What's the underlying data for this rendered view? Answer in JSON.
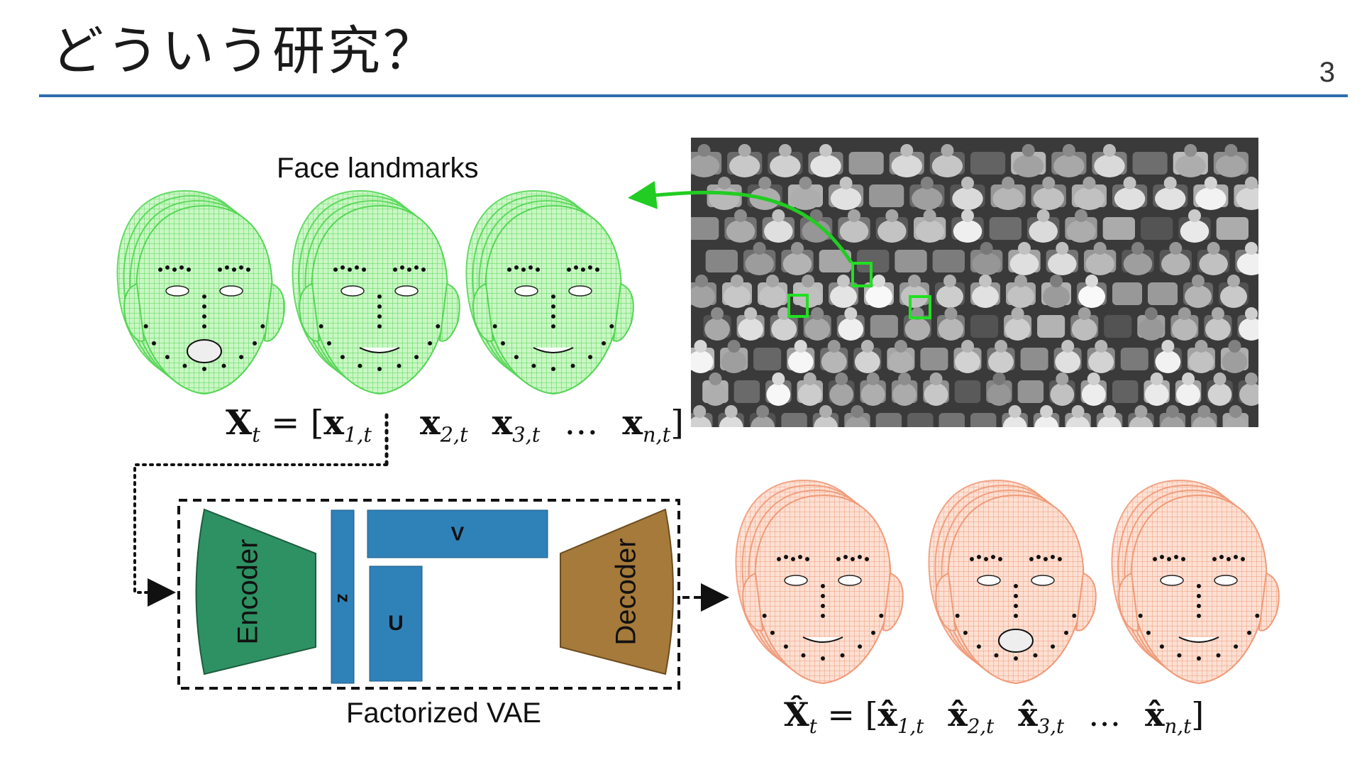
{
  "slide": {
    "title": "どういう研究？",
    "page_number": "3"
  },
  "diagram": {
    "face_landmarks_label": "Face landmarks",
    "vae_label": "Factorized VAE",
    "encoder_label": "Encoder",
    "decoder_label": "Decoder",
    "z_label": "z",
    "v_label": "V",
    "u_label": "U",
    "equation_input": {
      "lhs": "X",
      "lhs_sub": "t",
      "eq": " = [",
      "terms": [
        {
          "base": "x",
          "sub": "1,t"
        },
        {
          "base": "x",
          "sub": "2,t"
        },
        {
          "base": "x",
          "sub": "3,t"
        },
        {
          "base": "…",
          "sub": ""
        },
        {
          "base": "x",
          "sub": "n,t"
        }
      ],
      "close": "]"
    },
    "equation_output": {
      "lhs": "X̂",
      "lhs_sub": "t",
      "eq": " = [",
      "terms": [
        {
          "base": "x̂",
          "sub": "1,t"
        },
        {
          "base": "x̂",
          "sub": "2,t"
        },
        {
          "base": "x̂",
          "sub": "3,t"
        },
        {
          "base": "…",
          "sub": ""
        },
        {
          "base": "x̂",
          "sub": "n,t"
        }
      ],
      "close": "]"
    },
    "colors": {
      "title_rule": "#2e6db0",
      "green_face": "#6de06d",
      "orange_face": "#f0a080",
      "encoder": "#2e9163",
      "decoder": "#a67a3a",
      "latent_blue": "#2f82b8",
      "arrow_green": "#22cc22"
    }
  }
}
